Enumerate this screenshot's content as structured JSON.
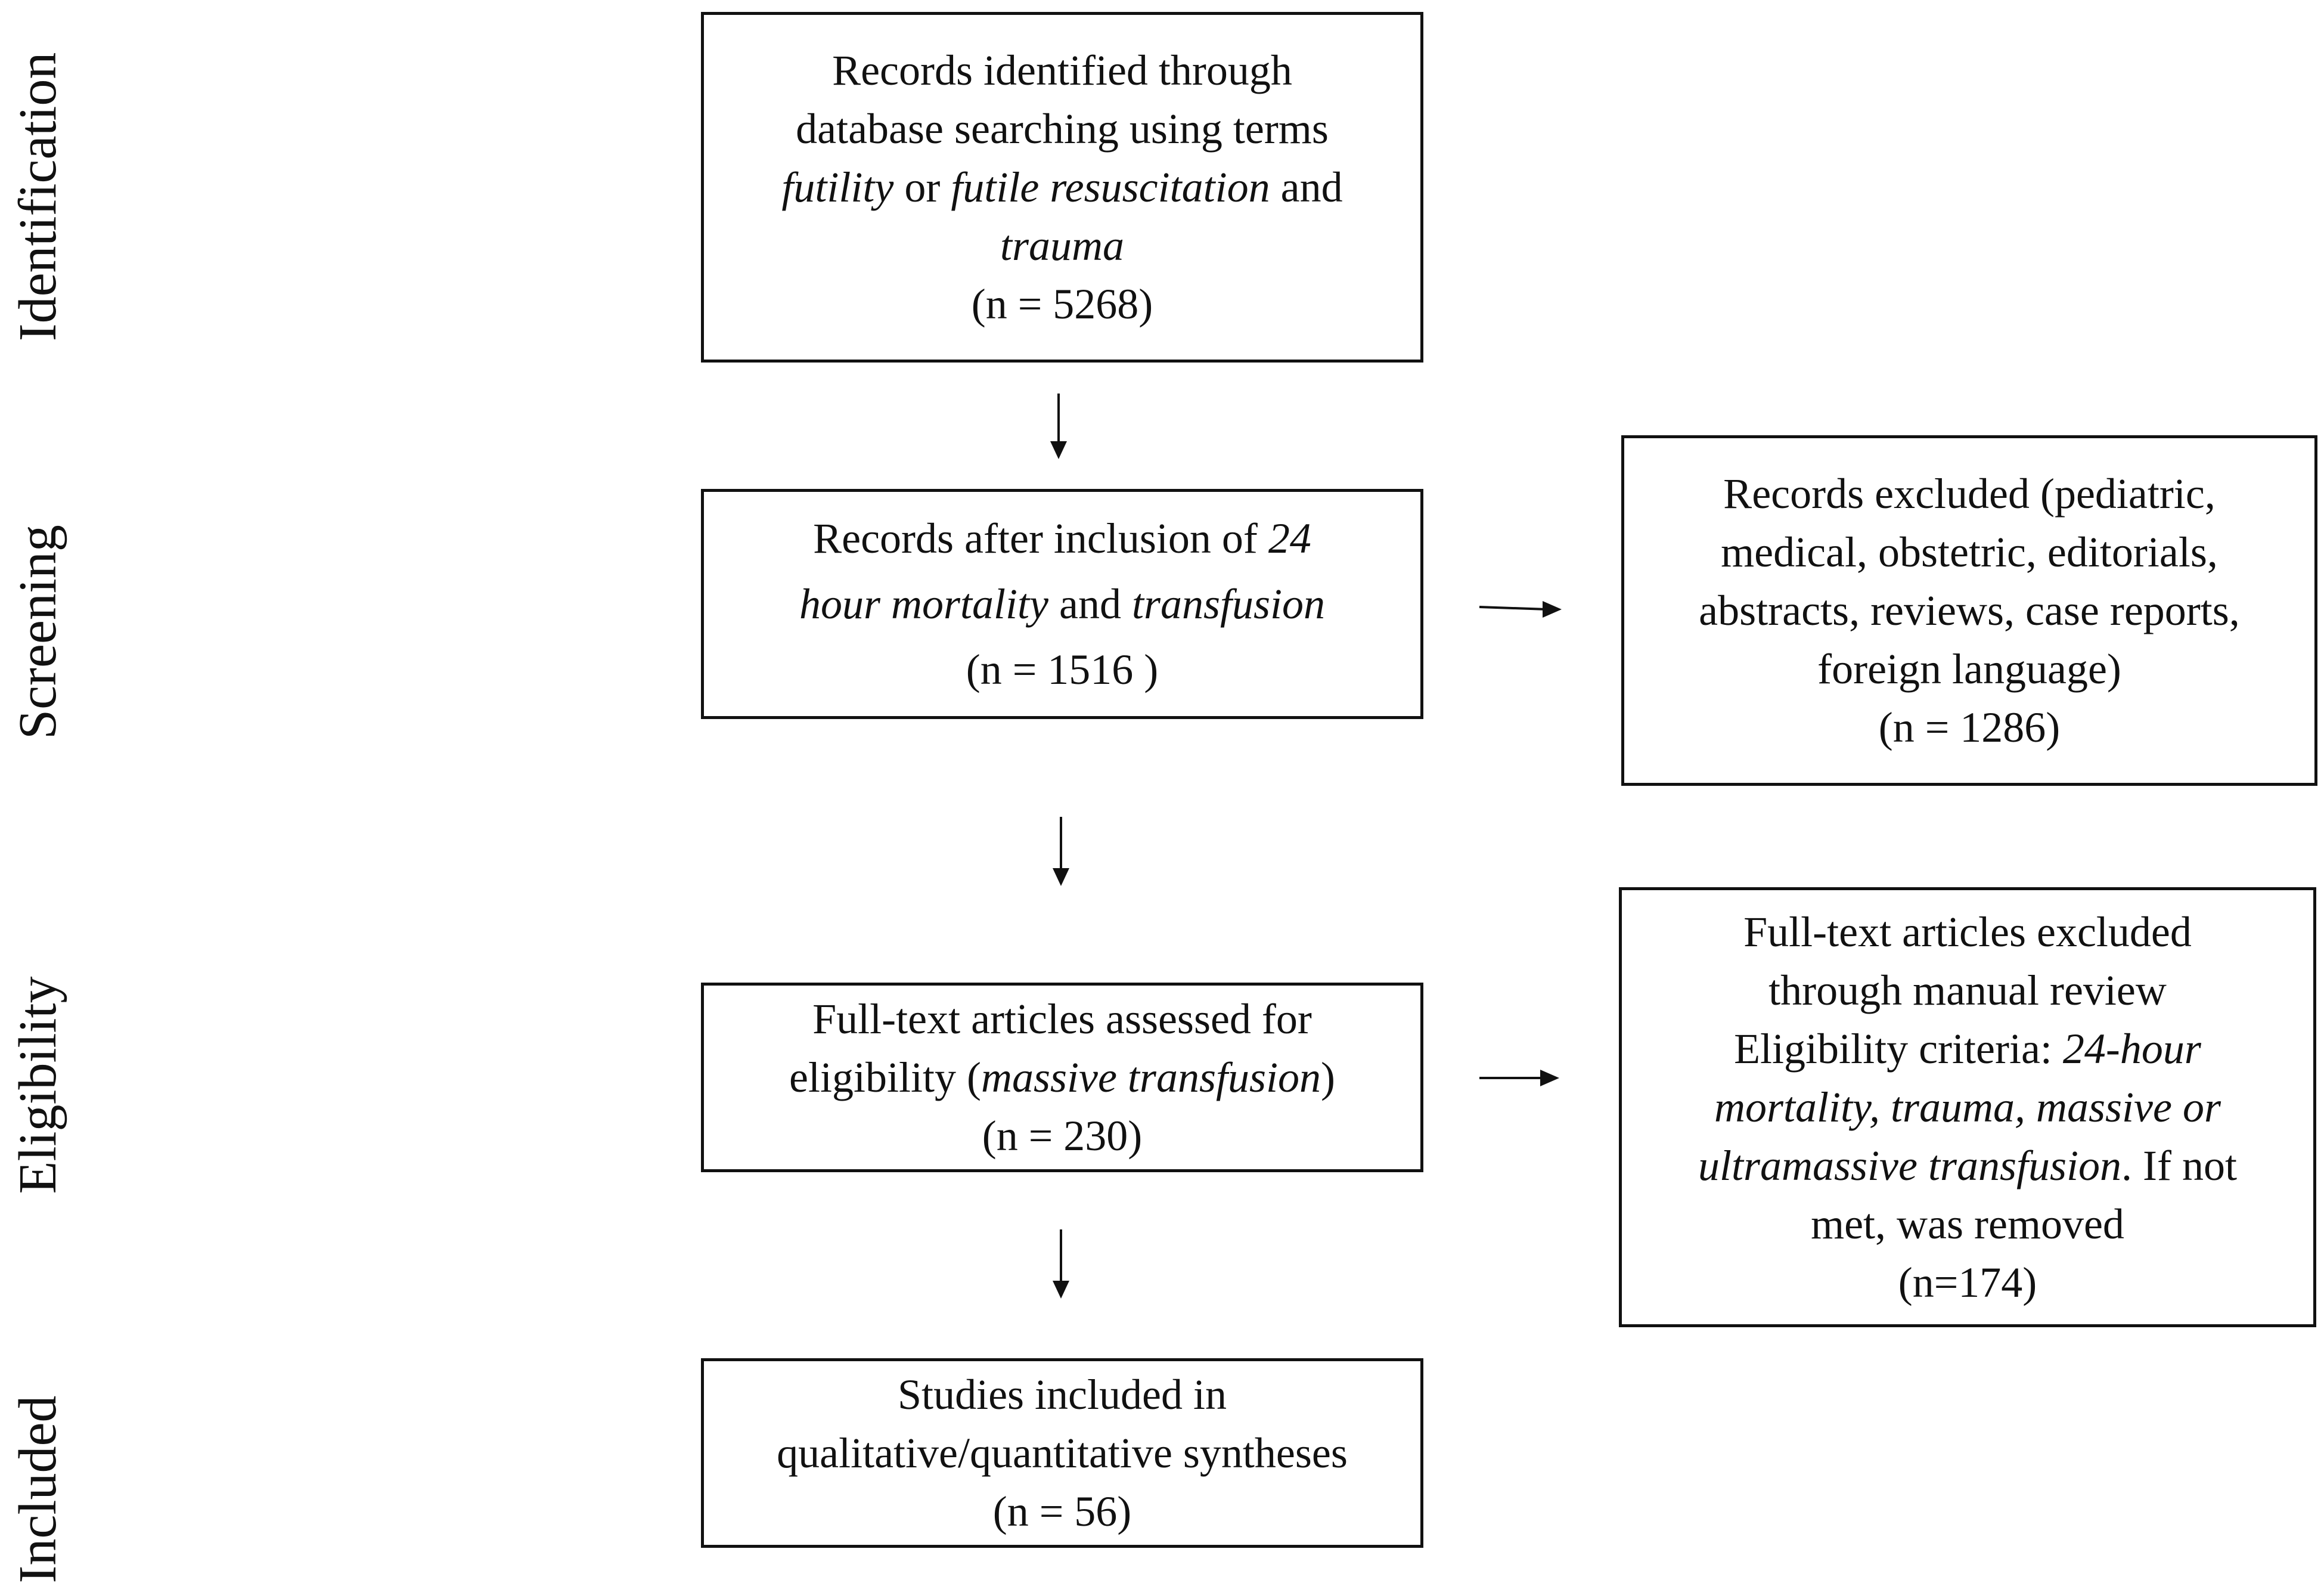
{
  "stages": {
    "identification": "Identification",
    "screening": "Screening",
    "eligibility": "Eligibility",
    "included": "Included"
  },
  "boxes": {
    "identification": {
      "l1": "Records identified through",
      "l2": "database searching using terms",
      "l3_a": "futility",
      "l3_b": " or ",
      "l3_c": "futile resuscitation",
      "l3_d": " and",
      "l4": "trauma",
      "count": "(n = 5268)"
    },
    "screening": {
      "l1_a": "Records after inclusion of ",
      "l1_b": "24",
      "l2_a": "hour mortality",
      "l2_b": " and ",
      "l2_c": "transfusion",
      "count": "(n = 1516 )"
    },
    "eligibility": {
      "l1": "Full-text articles assessed for",
      "l2_a": "eligibility (",
      "l2_b": "massive transfusion",
      "l2_c": ")",
      "count": "(n = 230)"
    },
    "included": {
      "l1": "Studies included in",
      "l2": "qualitative/quantitative syntheses",
      "count": "(n = 56)"
    },
    "excluded_screening": {
      "l1": "Records excluded (pediatric,",
      "l2": "medical, obstetric, editorials,",
      "l3": "abstracts, reviews, case reports,",
      "l4": "foreign language)",
      "count": "(n = 1286)"
    },
    "excluded_eligibility": {
      "l1": "Full-text articles excluded",
      "l2": "through manual review",
      "l3_a": "Eligibility criteria: ",
      "l3_b": "24-hour",
      "l4": "mortality, trauma, massive or",
      "l5_a": "ultramassive transfusion",
      "l5_b": ". If not",
      "l6": "met, was removed",
      "count": "(n=174)"
    }
  }
}
